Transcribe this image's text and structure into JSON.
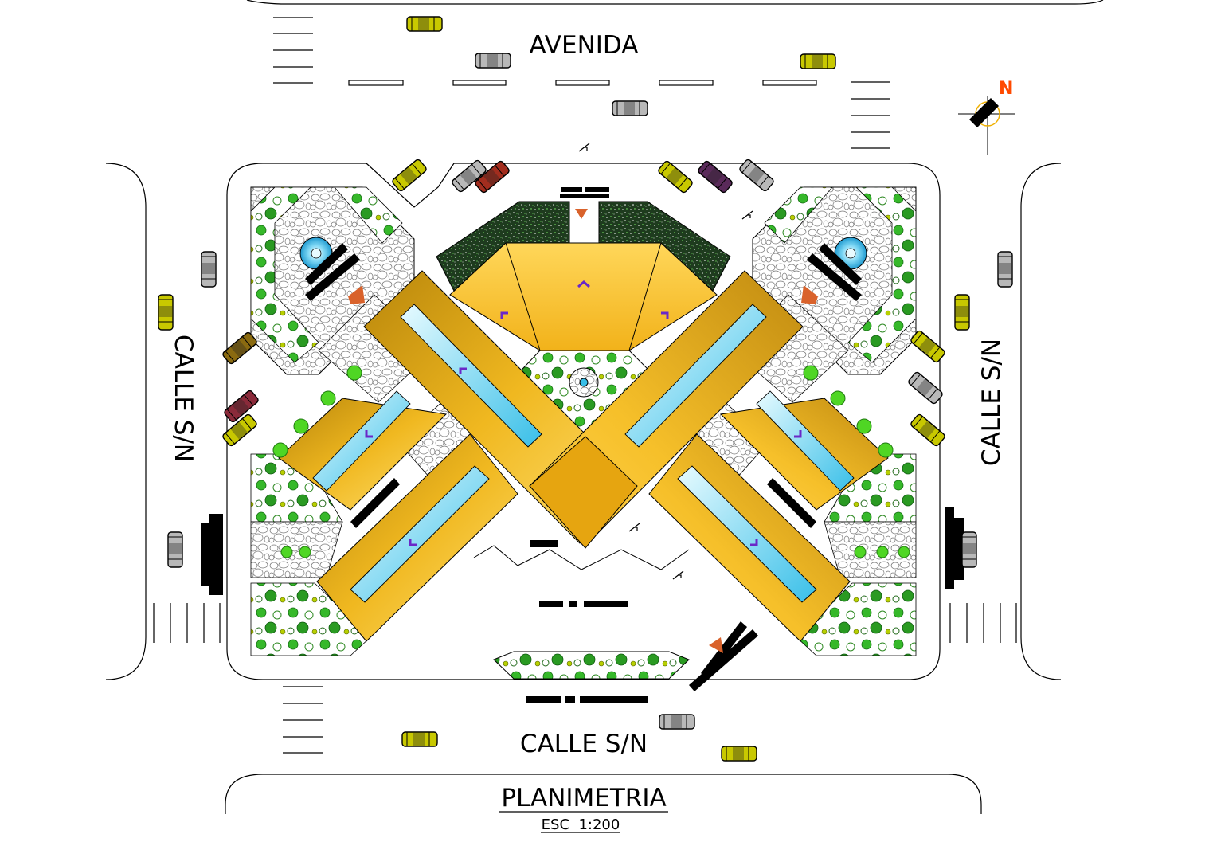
{
  "streets": {
    "north": "AVENIDA",
    "west": "CALLE S/N",
    "east": "CALLE S/N",
    "south": "CALLE S/N"
  },
  "north_arrow": {
    "label": "N",
    "color": "#ff4a00"
  },
  "title": {
    "main": "PLANIMETRIA",
    "scale": "ESC  1:200"
  },
  "colors": {
    "roof_light": "#ffd24d",
    "roof_dark": "#c9900a",
    "water": "#5fd0f0",
    "vegetation": "#4fd624",
    "car_yellow": "#c8c800",
    "car_gray": "#b8b8b8",
    "accent_orange": "#d9622b",
    "accent_purple": "#6a28c8"
  }
}
